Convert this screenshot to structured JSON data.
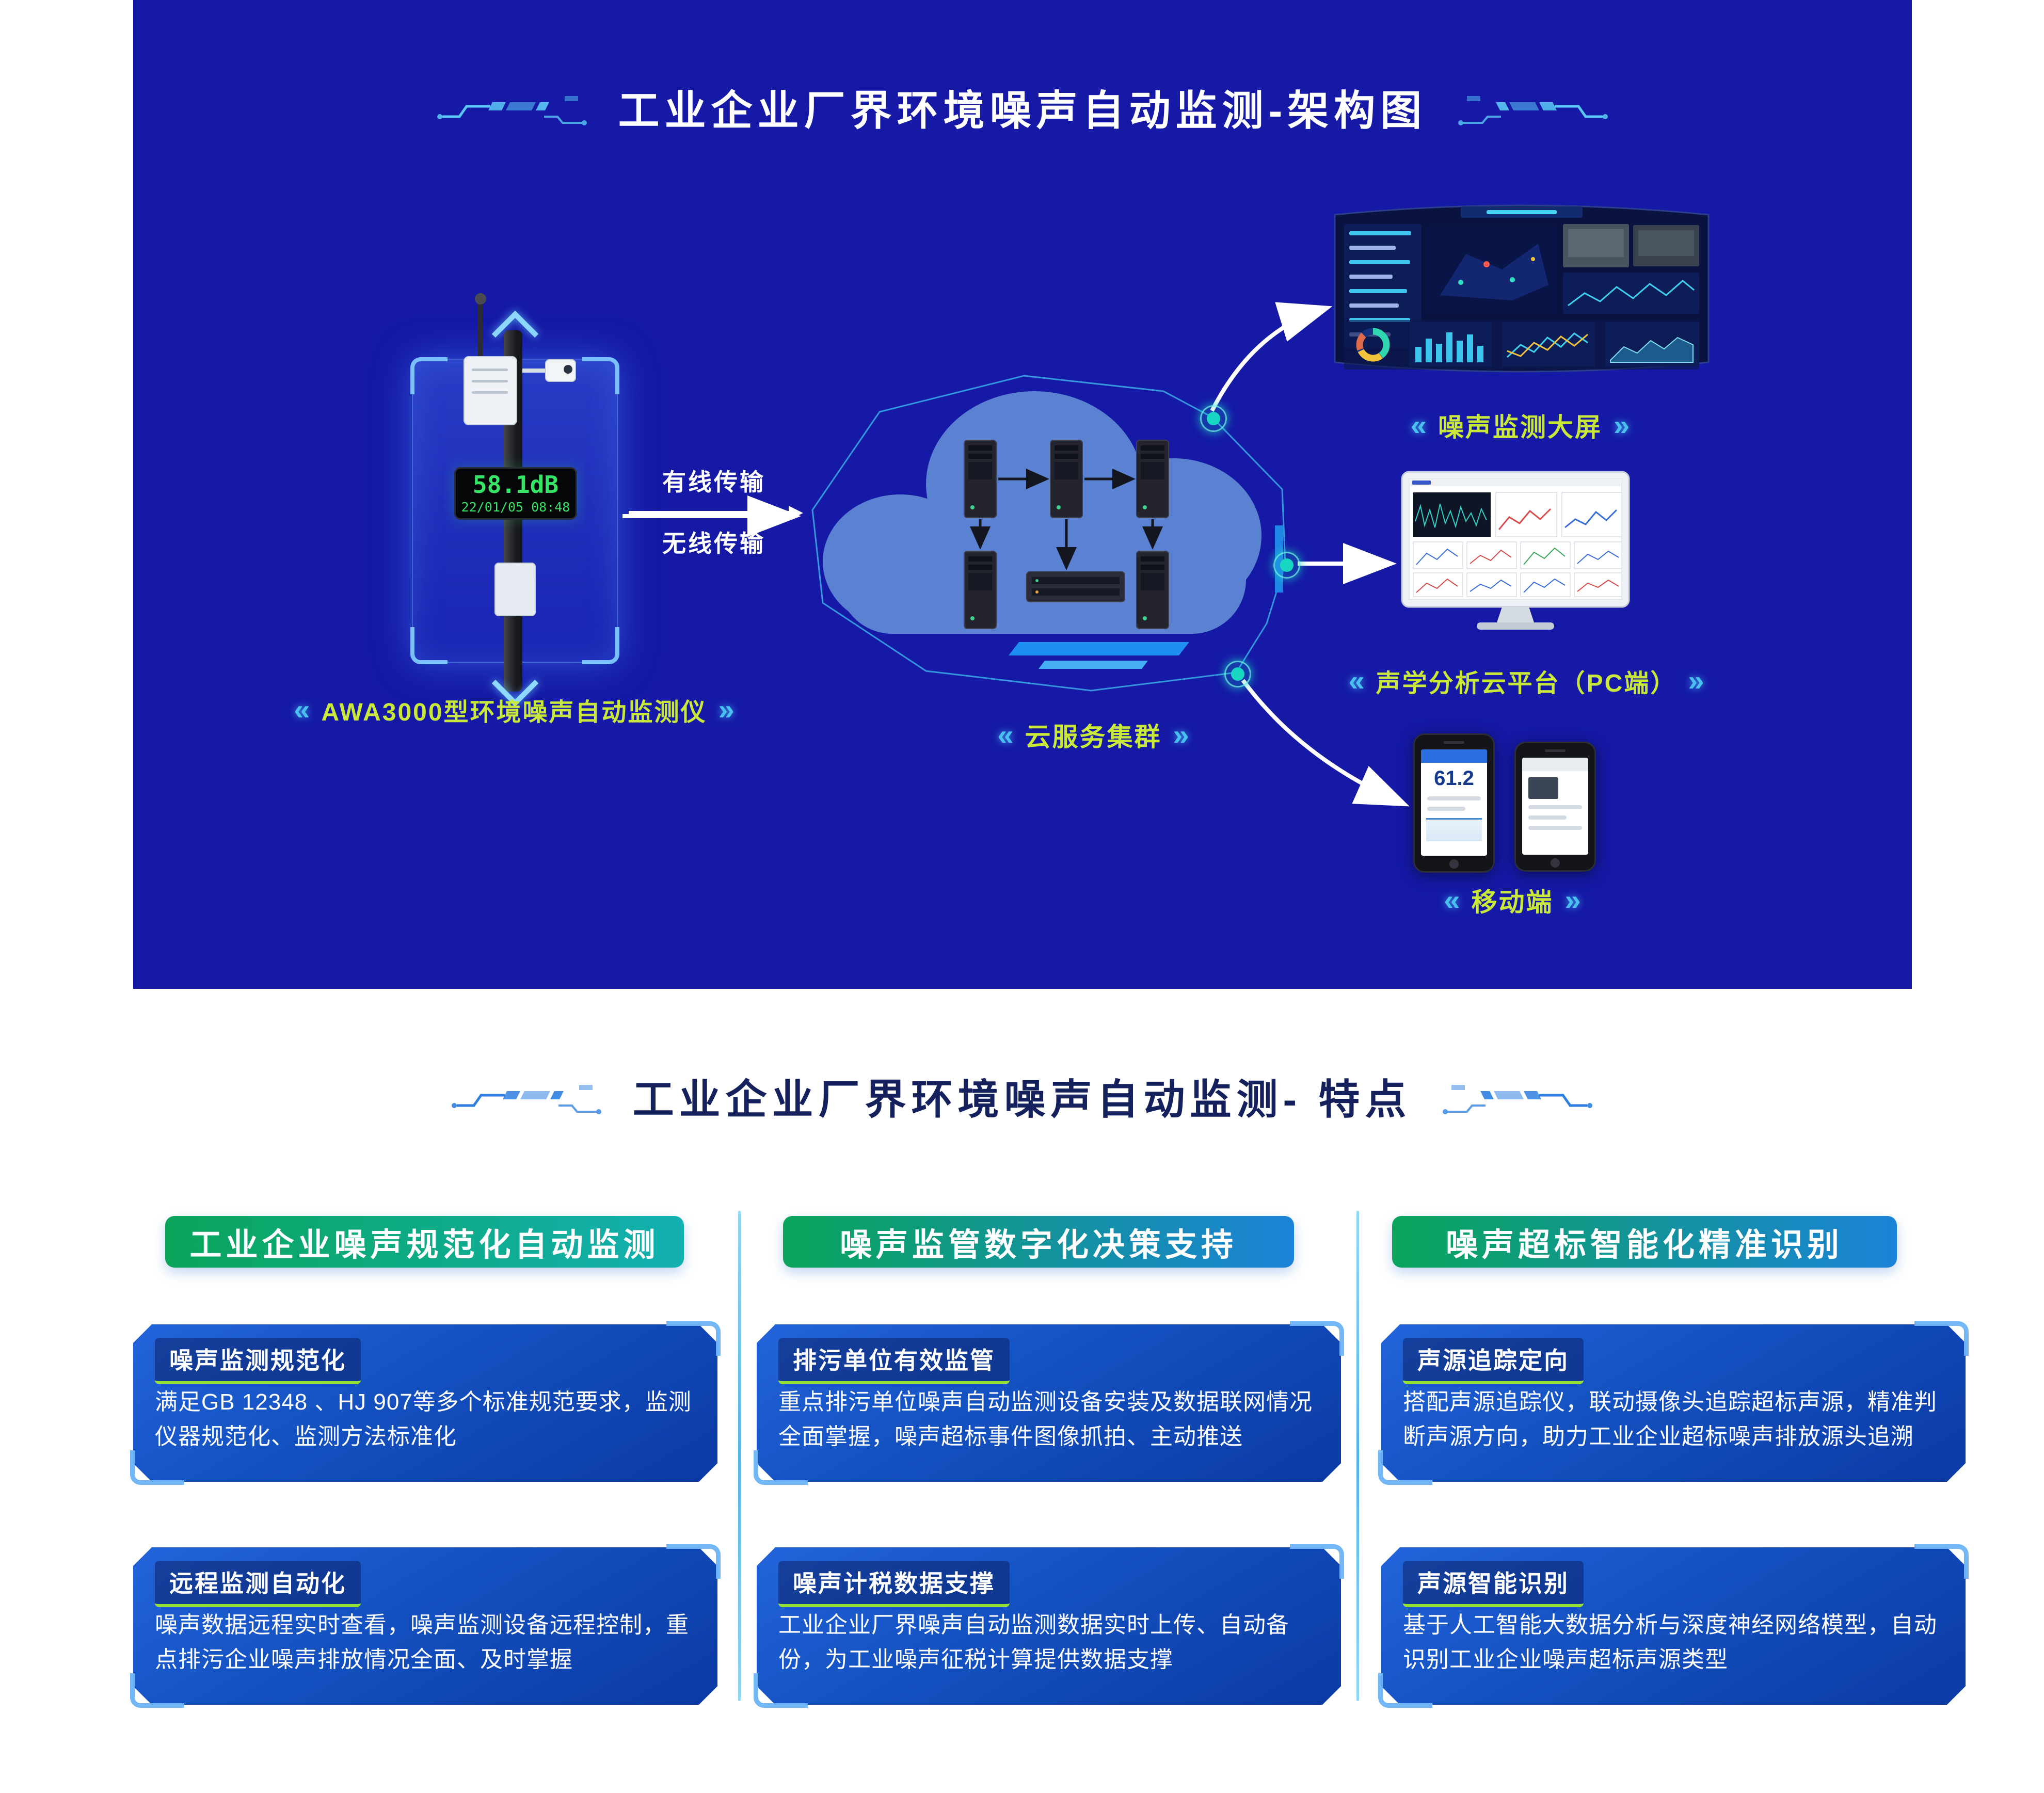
{
  "colors": {
    "panel_bg": "#1519a6",
    "accent_green": "#c9e83a",
    "accent_cyan": "#49c0f0",
    "led_green": "#35e565",
    "card_blue_start": "#2264da",
    "card_blue_end": "#0b3aa4",
    "header_gradient_start": "#0aa55a",
    "header_gradient_end": "#1b82d8",
    "tag_underline": "#96df35"
  },
  "decor": {
    "chevron_left": "«",
    "chevron_right": "»"
  },
  "architecture": {
    "title": "工业企业厂界环境噪声自动监测-架构图",
    "device": {
      "display_value": "58.1dB",
      "display_datetime": "22/01/05 08:48",
      "label": "AWA3000型环境噪声自动监测仪"
    },
    "transmission": {
      "wired": "有线传输",
      "wireless": "无线传输"
    },
    "cloud_label": "云服务集群",
    "outputs": {
      "big_screen_label": "噪声监测大屏",
      "pc_label": "声学分析云平台（PC端）",
      "mobile_label": "移动端",
      "mobile_reading": "61.2"
    }
  },
  "features": {
    "title": "工业企业厂界环境噪声自动监测- 特点",
    "columns": [
      {
        "header": "工业企业噪声规范化自动监测",
        "cards": [
          {
            "tag": "噪声监测规范化",
            "body": "满足GB 12348 、HJ 907等多个标准规范要求，监测仪器规范化、监测方法标准化"
          },
          {
            "tag": "远程监测自动化",
            "body": "噪声数据远程实时查看，噪声监测设备远程控制，重点排污企业噪声排放情况全面、及时掌握"
          }
        ]
      },
      {
        "header": "噪声监管数字化决策支持",
        "cards": [
          {
            "tag": "排污单位有效监管",
            "body": "重点排污单位噪声自动监测设备安装及数据联网情况全面掌握，噪声超标事件图像抓拍、主动推送"
          },
          {
            "tag": "噪声计税数据支撑",
            "body": "工业企业厂界噪声自动监测数据实时上传、自动备份，为工业噪声征税计算提供数据支撑"
          }
        ]
      },
      {
        "header": "噪声超标智能化精准识别",
        "cards": [
          {
            "tag": "声源追踪定向",
            "body": "搭配声源追踪仪，联动摄像头追踪超标声源，精准判断声源方向，助力工业企业超标噪声排放源头追溯"
          },
          {
            "tag": "声源智能识别",
            "body": "基于人工智能大数据分析与深度神经网络模型，自动识别工业企业噪声超标声源类型"
          }
        ]
      }
    ]
  }
}
